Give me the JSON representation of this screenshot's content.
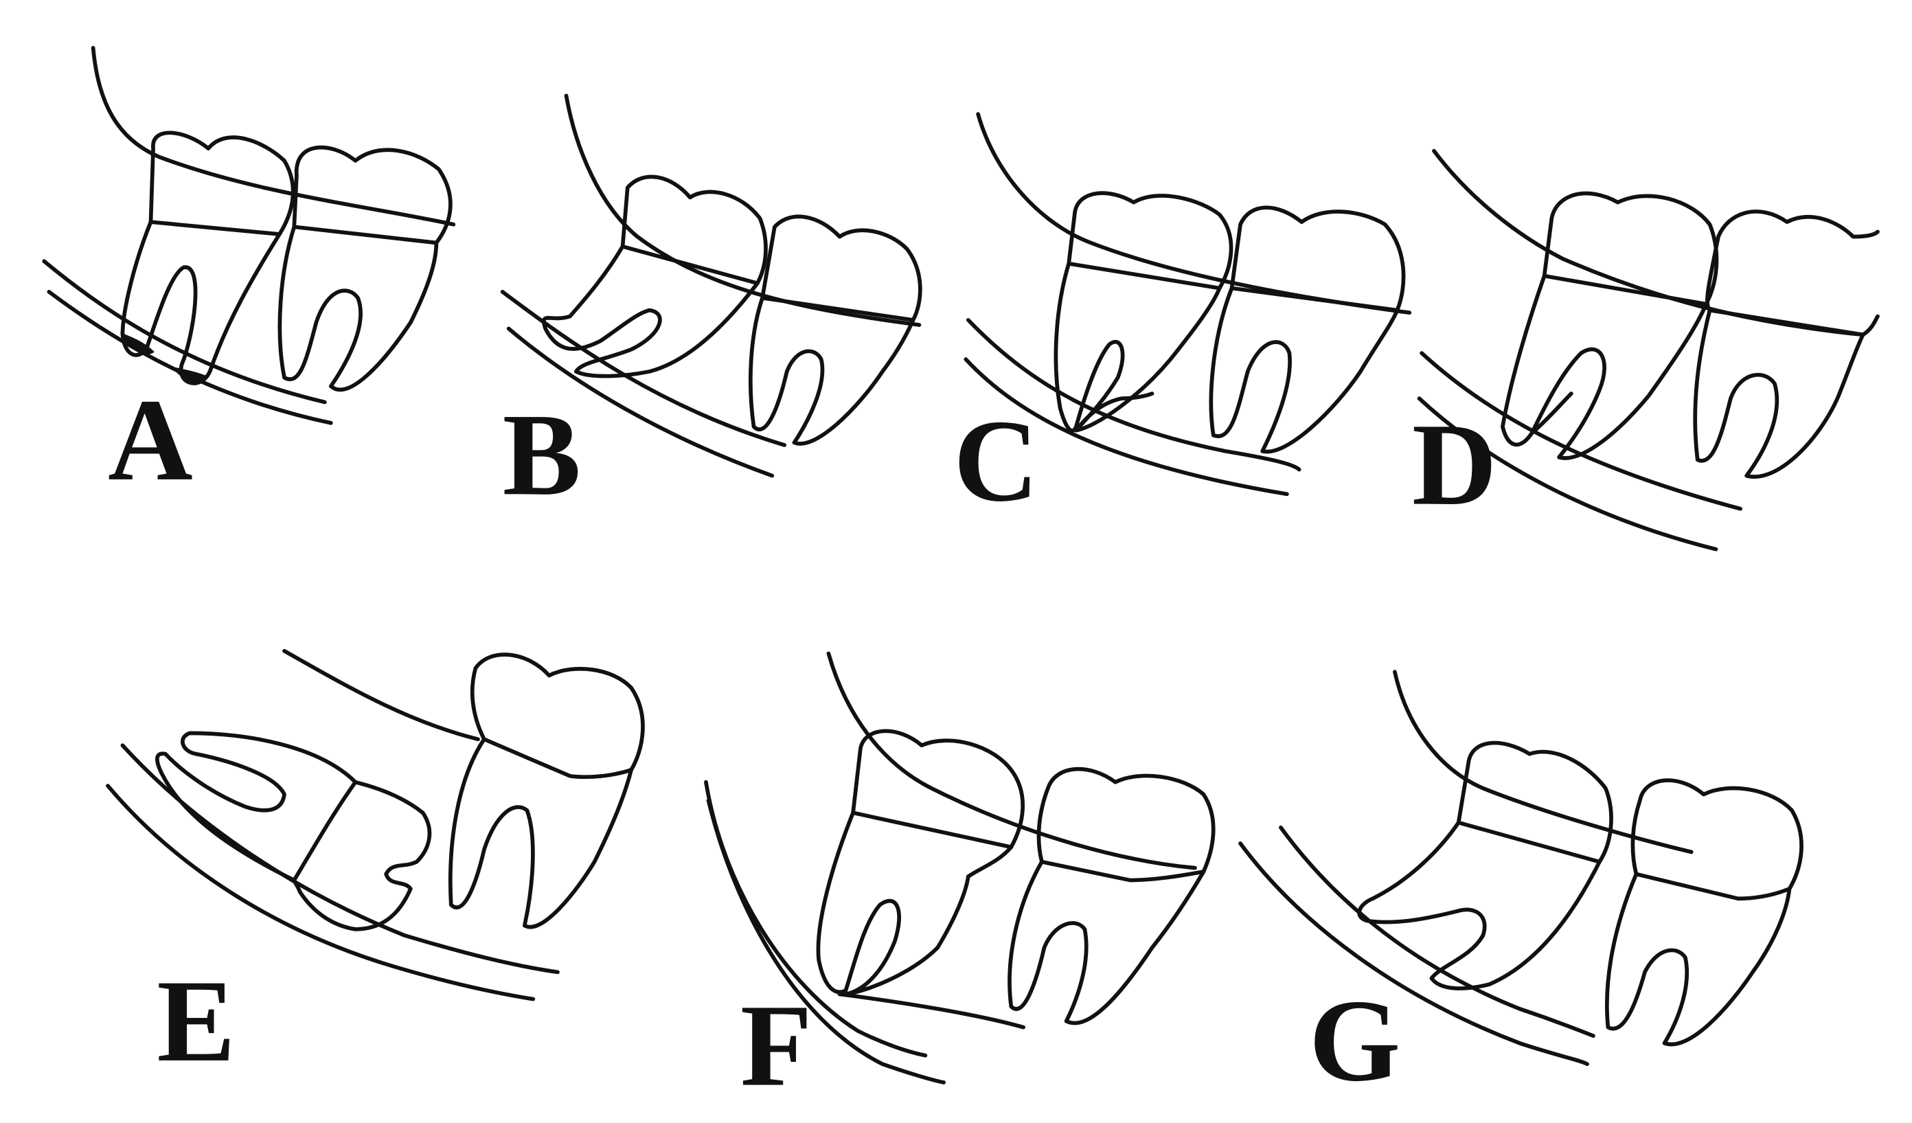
{
  "panels": [
    {
      "id": "A",
      "label": "A"
    },
    {
      "id": "B",
      "label": "B"
    },
    {
      "id": "C",
      "label": "C"
    },
    {
      "id": "D",
      "label": "D"
    },
    {
      "id": "E",
      "label": "E"
    },
    {
      "id": "F",
      "label": "F"
    },
    {
      "id": "G",
      "label": "G"
    }
  ],
  "colors": {
    "stroke": "#111111",
    "background": "#ffffff"
  }
}
